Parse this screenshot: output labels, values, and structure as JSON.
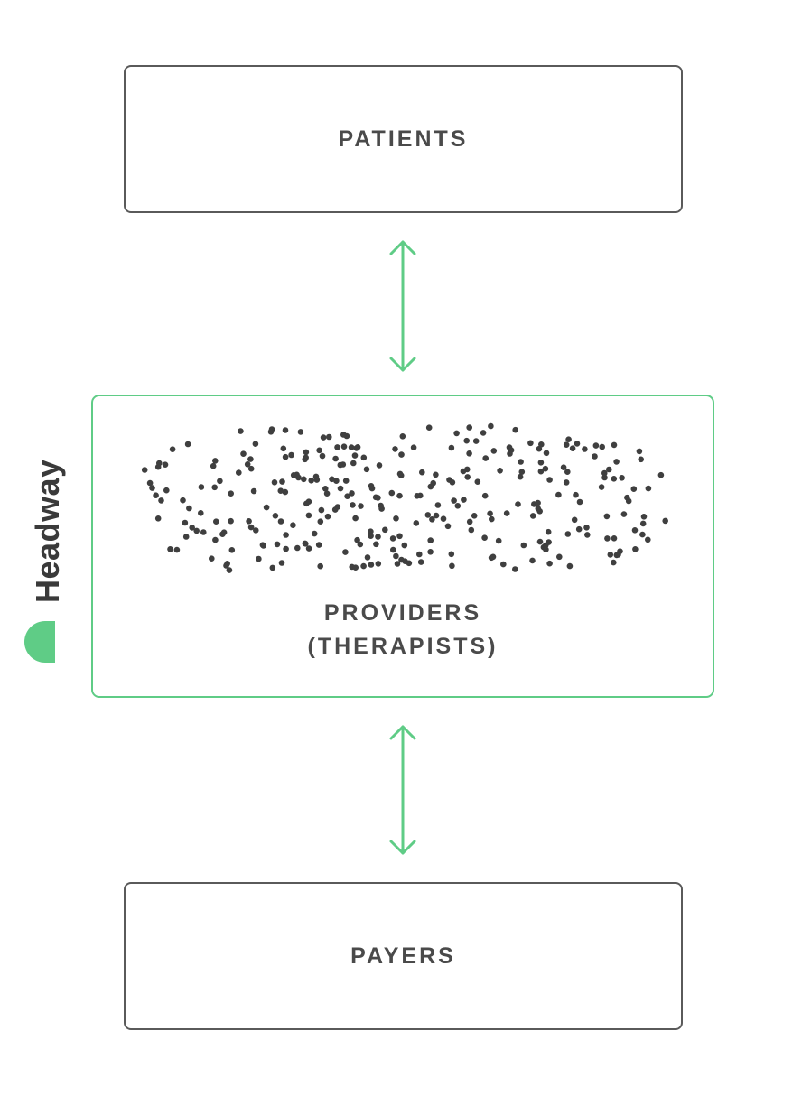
{
  "diagram": {
    "nodes": {
      "patients": {
        "label": "PATIENTS"
      },
      "providers": {
        "label_line1": "PROVIDERS",
        "label_line2": "(THERAPISTS)"
      },
      "payers": {
        "label": "PAYERS"
      }
    },
    "edges": [
      {
        "from": "patients",
        "to": "providers",
        "direction": "bidirectional"
      },
      {
        "from": "providers",
        "to": "payers",
        "direction": "bidirectional"
      }
    ]
  },
  "brand": {
    "name": "Headway",
    "logo_text": "Headway"
  },
  "colors": {
    "accent_green": "#5fcc86",
    "box_border": "#5a5a5a",
    "text": "#4a4a4a",
    "dots": "#3f3f3f"
  },
  "icons": {
    "arrow": "double-headed-arrow-icon",
    "logo": "headway-logo-icon"
  }
}
